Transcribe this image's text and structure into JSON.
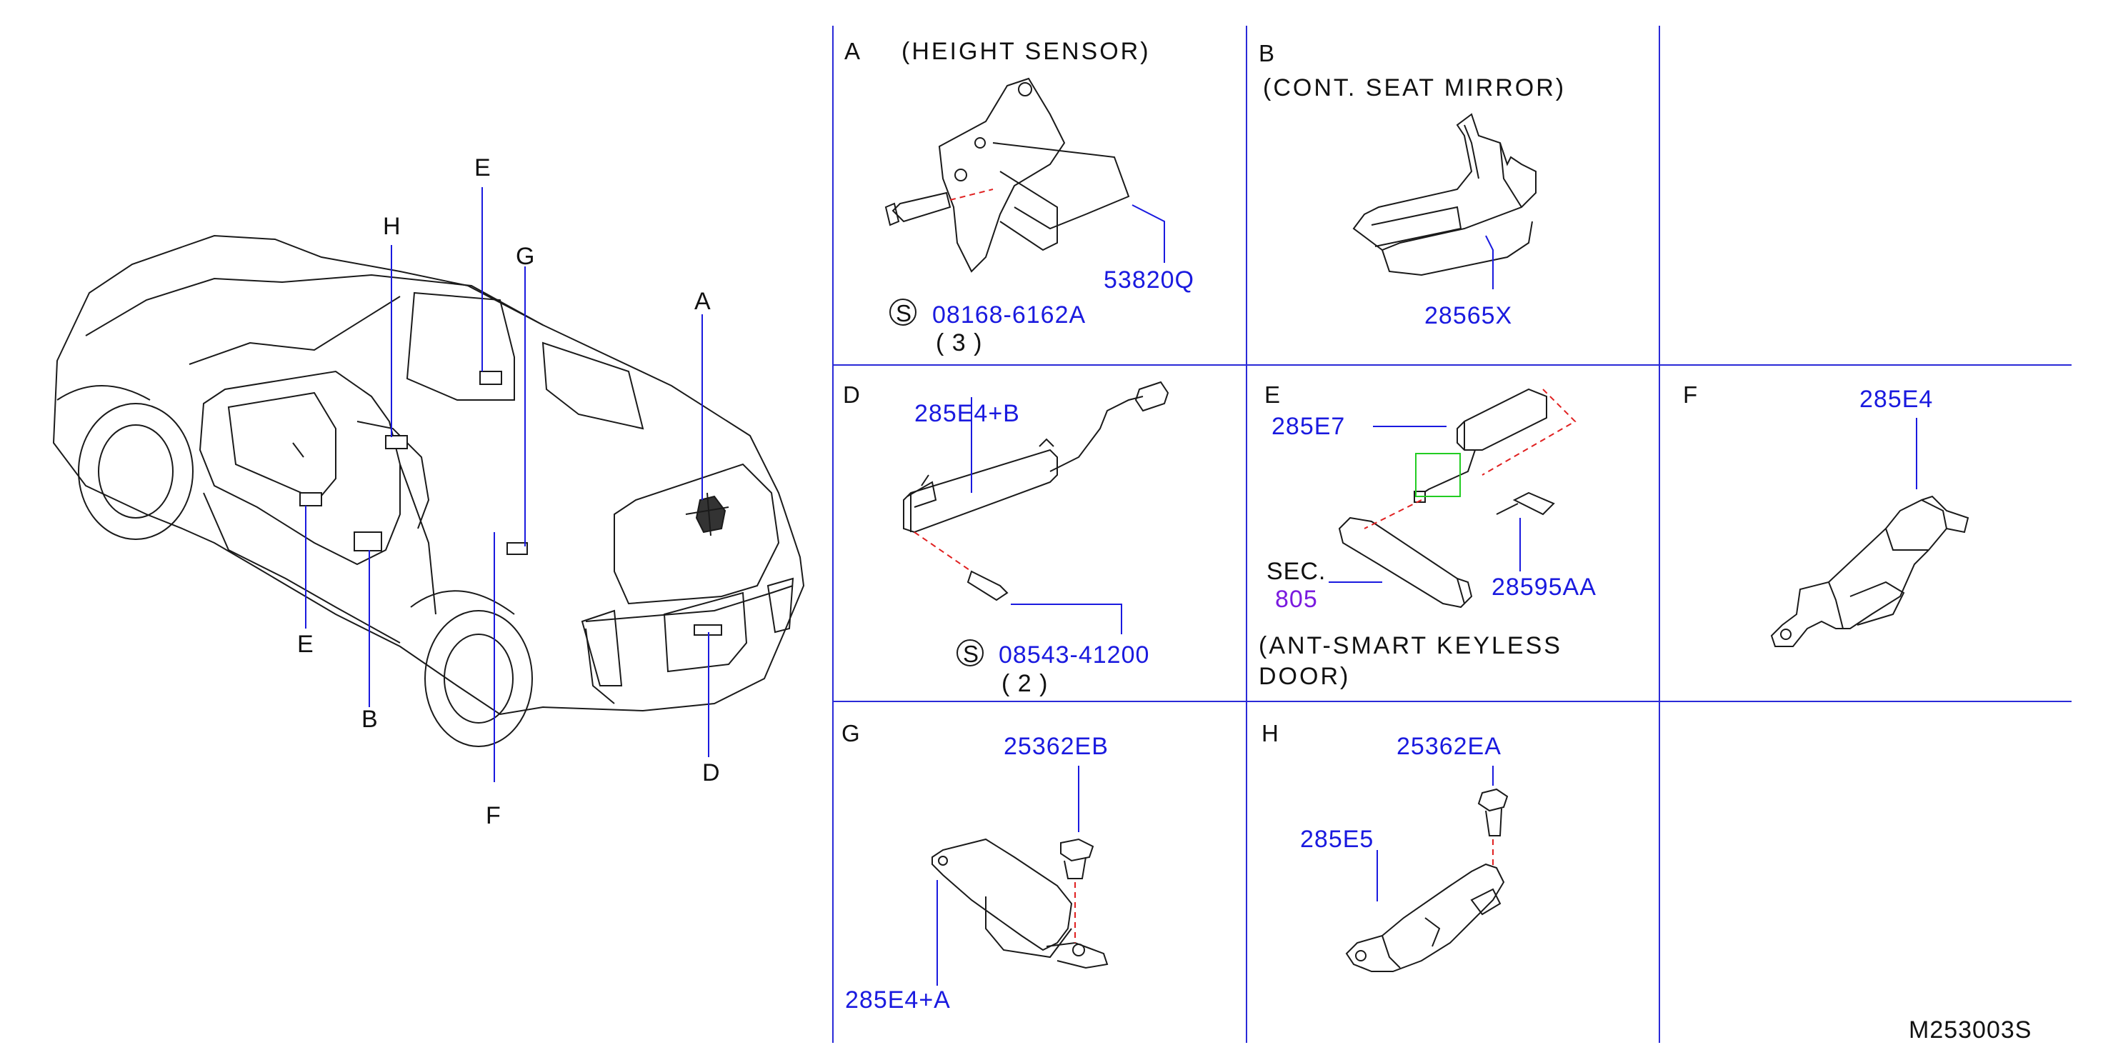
{
  "figure": {
    "code": "M253003S"
  },
  "car": {
    "callouts": [
      "A",
      "B",
      "D",
      "E",
      "E",
      "F",
      "G",
      "H"
    ]
  },
  "panels": {
    "A": {
      "letter": "A",
      "title": "(HEIGHT   SENSOR)",
      "parts": [
        "53820Q",
        "08168-6162A"
      ],
      "qty": "(  3  )",
      "s_mark": "S"
    },
    "B": {
      "letter": "B",
      "title": "(CONT.   SEAT   MIRROR)",
      "parts": [
        "28565X"
      ]
    },
    "D": {
      "letter": "D",
      "parts": [
        "285E4+B",
        "08543-41200"
      ],
      "qty": "(  2  )",
      "s_mark": "S"
    },
    "E": {
      "letter": "E",
      "parts": [
        "285E7",
        "28595AA"
      ],
      "sec_label": "SEC.",
      "sec_num": "805",
      "note_line1": "(ANT-SMART   KEYLESS",
      "note_line2": "DOOR)"
    },
    "F": {
      "letter": "F",
      "parts": [
        "285E4"
      ]
    },
    "G": {
      "letter": "G",
      "parts": [
        "25362EB",
        "285E4+A"
      ]
    },
    "H": {
      "letter": "H",
      "parts": [
        "25362EA",
        "285E5"
      ]
    }
  },
  "colors": {
    "part_number": "#1a1adf",
    "section_ref": "#7a1adf",
    "grid_line": "#2a2ad8",
    "guide_dash": "#e02020",
    "highlight_box": "#22cc22"
  }
}
